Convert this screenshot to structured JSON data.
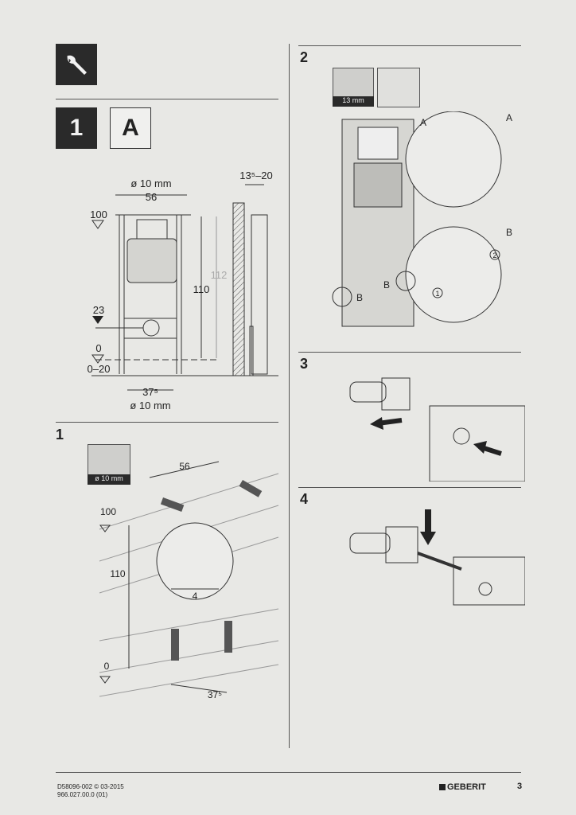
{
  "header": {
    "wrench_icon": "wrench-icon",
    "step_number": "1",
    "variant": "A"
  },
  "dimensions_diagram": {
    "top_diameter": "ø 10 mm",
    "top_width": "56",
    "depth_range": "13⁵–20",
    "height_100": "100",
    "height_112": "112",
    "height_110": "110",
    "height_23": "23",
    "floor_0": "0",
    "floor_range": "0–20",
    "bottom_width": "37⁵",
    "bottom_diameter": "ø 10 mm"
  },
  "step1": {
    "number": "1",
    "drill_label": "ø 10 mm",
    "width": "56",
    "height_100": "100",
    "height_110": "110",
    "floor_0": "0",
    "detail_4": "4",
    "bottom_width": "37⁵"
  },
  "step2": {
    "number": "2",
    "wrench_label": "13 mm",
    "label_a": "A",
    "label_b": "B",
    "label_a_detail": "A",
    "label_b_detail": "B",
    "circle_1": "1",
    "circle_2": "2"
  },
  "step3": {
    "number": "3"
  },
  "step4": {
    "number": "4"
  },
  "footer": {
    "doc_code": "D58096-002 © 03-2015",
    "article_no": "966.027.00.0 (01)",
    "brand": "GEBERIT",
    "page_number": "3"
  }
}
